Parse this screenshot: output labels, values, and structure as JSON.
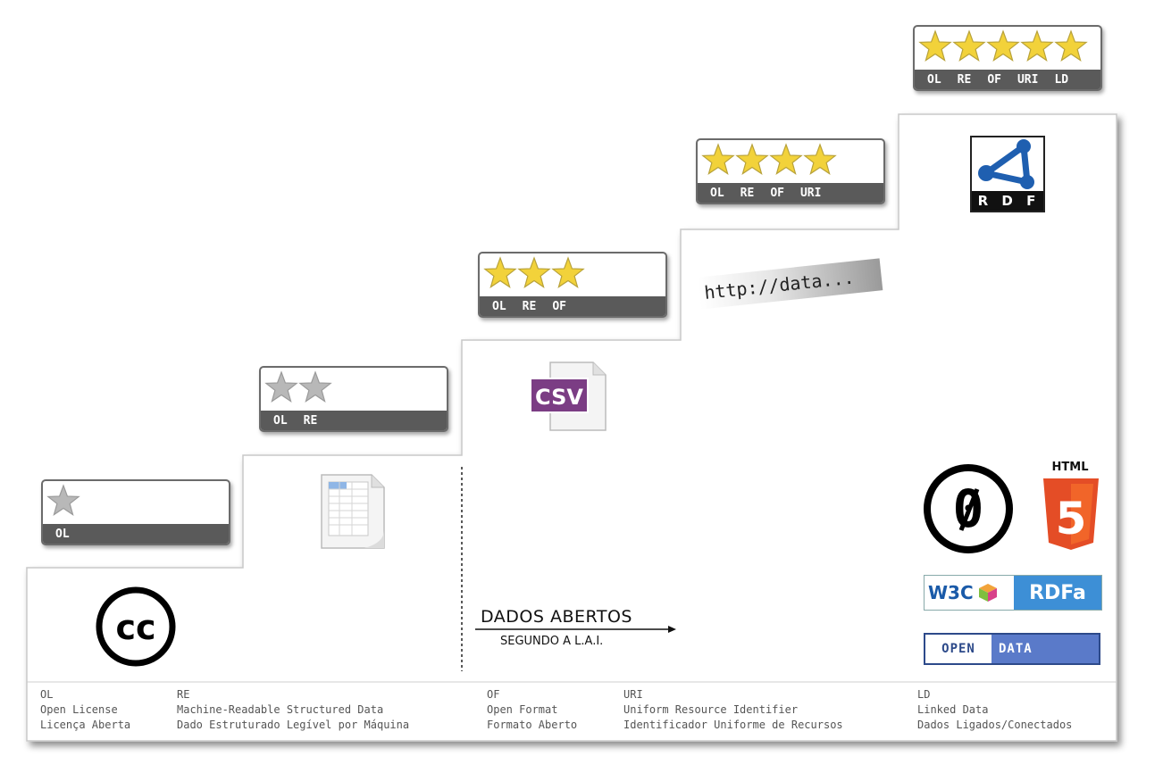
{
  "badges": [
    {
      "stars": 1,
      "filled": false,
      "labels": [
        "OL"
      ]
    },
    {
      "stars": 2,
      "filled": false,
      "labels": [
        "OL",
        "RE"
      ]
    },
    {
      "stars": 3,
      "filled": true,
      "labels": [
        "OL",
        "RE",
        "OF"
      ]
    },
    {
      "stars": 4,
      "filled": true,
      "labels": [
        "OL",
        "RE",
        "OF",
        "URI"
      ]
    },
    {
      "stars": 5,
      "filled": true,
      "labels": [
        "OL",
        "RE",
        "OF",
        "URI",
        "LD"
      ]
    }
  ],
  "url_tag": "http://data...",
  "caption": {
    "main": "DADOS ABERTOS",
    "sub": "SEGUNDO A L.A.I."
  },
  "logos": {
    "csv": "CSV",
    "rdf": [
      "R",
      "D",
      "F"
    ],
    "html5_label": "HTML",
    "html5_number": "5",
    "cc": "cc",
    "cc0": "0",
    "w3c": "W3C",
    "rdfa": "RDFa",
    "open": "OPEN",
    "data": "DATA"
  },
  "legend": [
    {
      "code": "OL",
      "en": "Open License",
      "pt": "Licença Aberta"
    },
    {
      "code": "RE",
      "en": "Machine-Readable Structured Data",
      "pt": "Dado Estruturado Legível por Máquina"
    },
    {
      "code": "OF",
      "en": "Open Format",
      "pt": "Formato Aberto"
    },
    {
      "code": "URI",
      "en": "Uniform Resource Identifier",
      "pt": "Identificador Uniforme de Recursos"
    },
    {
      "code": "LD",
      "en": "Linked Data",
      "pt": "Dados Ligados/Conectados"
    }
  ],
  "colors": {
    "star_fill": "#f2d23a",
    "star_stroke": "#b8a23a",
    "star_empty": "#b8b8b8",
    "bar": "#5a5a5a",
    "csv_purple": "#7b3d84",
    "html5_orange": "#e44d26",
    "rdf_blue": "#1f5fb0"
  }
}
